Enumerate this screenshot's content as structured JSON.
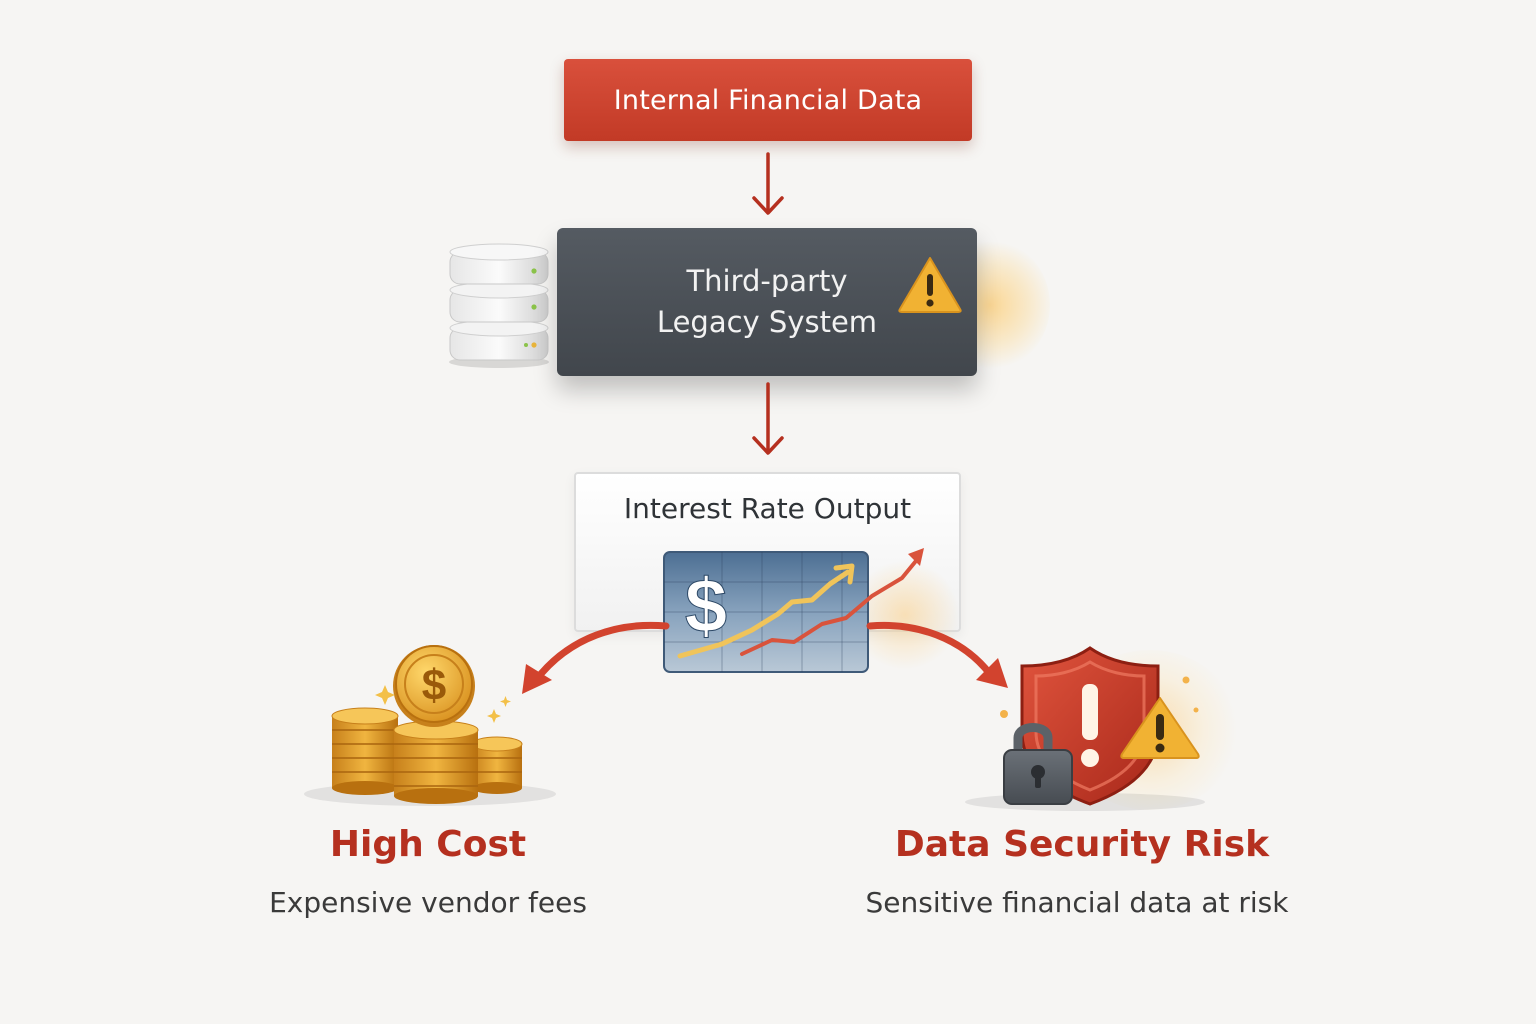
{
  "nodes": {
    "source": "Internal Financial Data",
    "legacy_line1": "Third-party",
    "legacy_line2": "Legacy System",
    "output": "Interest Rate Output"
  },
  "icons": {
    "server": "server-stack-icon",
    "warning": "warning-triangle-icon",
    "chart": "dollar-chart-icon",
    "coins": "coin-stack-icon",
    "shield": "shield-alert-icon",
    "lock": "padlock-icon"
  },
  "outcomes": [
    {
      "title": "High Cost",
      "subtitle": "Expensive vendor fees"
    },
    {
      "title": "Data Security Risk",
      "subtitle": "Sensitive financial data at risk"
    }
  ],
  "colors": {
    "accent_red": "#c9402b",
    "arrow_red": "#b5301f",
    "dark_box": "#4a4f55",
    "title_red": "#b5301f",
    "gold": "#e2a42a"
  }
}
